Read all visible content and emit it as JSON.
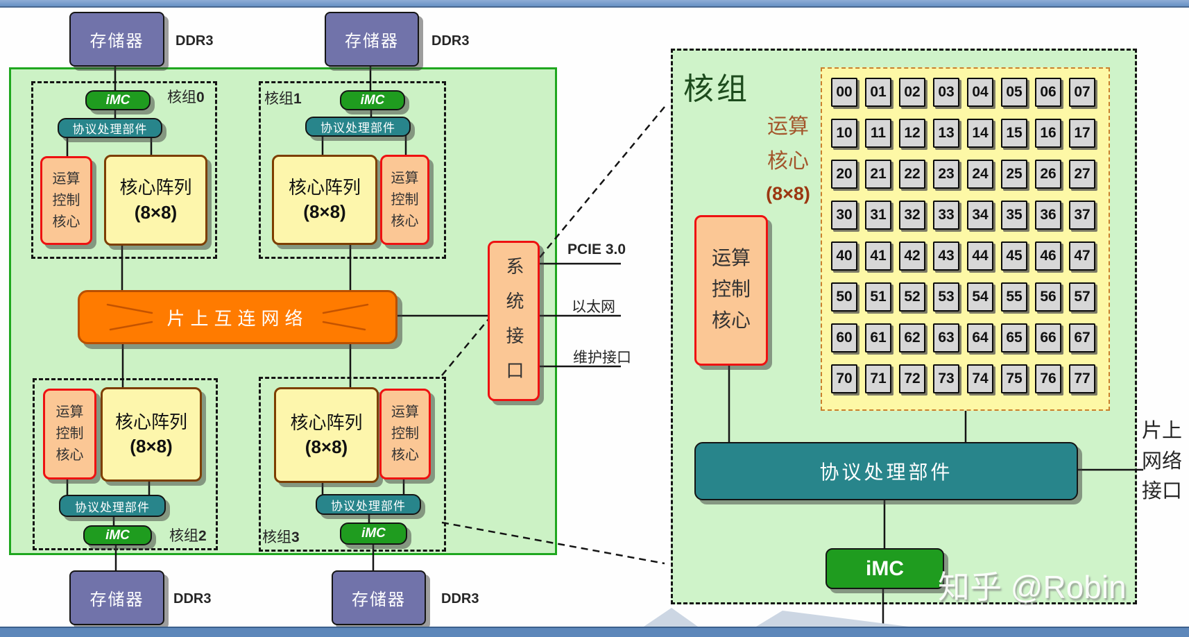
{
  "left": {
    "memories": [
      {
        "label": "存储器",
        "bus": "DDR3"
      },
      {
        "label": "存储器",
        "bus": "DDR3"
      },
      {
        "label": "存储器",
        "bus": "DDR3"
      },
      {
        "label": "存储器",
        "bus": "DDR3"
      }
    ],
    "groups": [
      {
        "name_prefix": "核组",
        "name_digit": "0",
        "imc": "iMC",
        "protocol": "协议处理部件",
        "control_lines": [
          "运算",
          "控制",
          "核心"
        ],
        "array_name": "核心阵列",
        "array_size": "(8×8)"
      },
      {
        "name_prefix": "核组",
        "name_digit": "1",
        "imc": "iMC",
        "protocol": "协议处理部件",
        "control_lines": [
          "运算",
          "控制",
          "核心"
        ],
        "array_name": "核心阵列",
        "array_size": "(8×8)"
      },
      {
        "name_prefix": "核组",
        "name_digit": "2",
        "imc": "iMC",
        "protocol": "协议处理部件",
        "control_lines": [
          "运算",
          "控制",
          "核心"
        ],
        "array_name": "核心阵列",
        "array_size": "(8×8)"
      },
      {
        "name_prefix": "核组",
        "name_digit": "3",
        "imc": "iMC",
        "protocol": "协议处理部件",
        "control_lines": [
          "运算",
          "控制",
          "核心"
        ],
        "array_name": "核心阵列",
        "array_size": "(8×8)"
      }
    ],
    "interconnect": "片上互连网络",
    "system_interface": "系统接口",
    "ports": [
      "PCIE 3.0",
      "以太网",
      "维护接口"
    ]
  },
  "right": {
    "title": "核组",
    "grid_caption_lines": [
      "运算",
      "核心"
    ],
    "grid_caption_size": "(8×8)",
    "cells": [
      "00",
      "01",
      "02",
      "03",
      "04",
      "05",
      "06",
      "07",
      "10",
      "11",
      "12",
      "13",
      "14",
      "15",
      "16",
      "17",
      "20",
      "21",
      "22",
      "23",
      "24",
      "25",
      "26",
      "27",
      "30",
      "31",
      "32",
      "33",
      "34",
      "35",
      "36",
      "37",
      "40",
      "41",
      "42",
      "43",
      "44",
      "45",
      "46",
      "47",
      "50",
      "51",
      "52",
      "53",
      "54",
      "55",
      "56",
      "57",
      "60",
      "61",
      "62",
      "63",
      "64",
      "65",
      "66",
      "67",
      "70",
      "71",
      "72",
      "73",
      "74",
      "75",
      "76",
      "77"
    ],
    "control_lines": [
      "运算",
      "控制",
      "核心"
    ],
    "protocol": "协议处理部件",
    "imc": "iMC",
    "noc_lines": [
      "片上",
      "网络",
      "接口"
    ]
  },
  "watermark": "知乎 @Robin",
  "colors": {
    "green_fill": "#ccf2c5",
    "green_border": "#1fa71f",
    "orange": "#ff7b00",
    "teal": "#28858b",
    "imc_green": "#1f9c1f",
    "memory_purple": "#7173aa",
    "peach": "#fbc795",
    "red_border": "#ee1111",
    "array_yellow": "#fdf6ac",
    "title_green": "#1d4b1d",
    "caption_brown": "#a3552b"
  }
}
